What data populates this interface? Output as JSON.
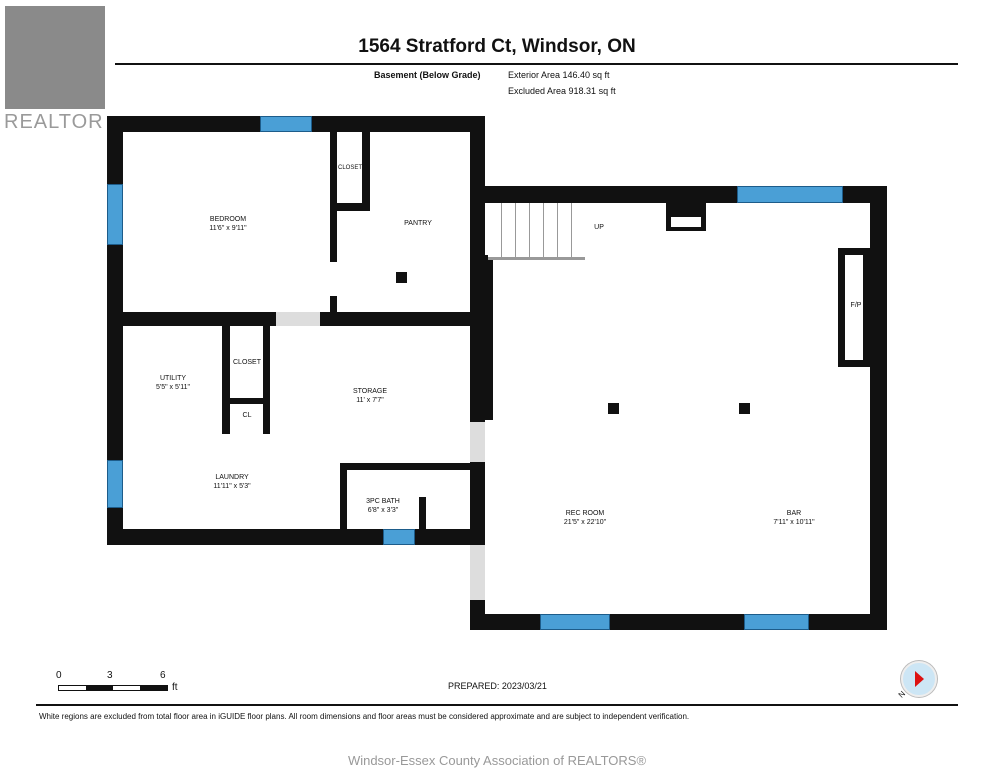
{
  "header": {
    "title": "1564 Stratford Ct, Windsor, ON",
    "level": "Basement (Below Grade)",
    "exterior_area": "Exterior Area 146.40 sq ft",
    "excluded_area": "Excluded Area 918.31 sq ft"
  },
  "logo": "REALTOR",
  "rooms": [
    {
      "name": "BEDROOM",
      "dims": "11'6\" x 9'11\""
    },
    {
      "name": "PANTRY",
      "dims": ""
    },
    {
      "name": "CLOSET",
      "dims": ""
    },
    {
      "name": "UTILITY",
      "dims": "5'5\" x 5'11\""
    },
    {
      "name": "CLOSET",
      "dims": ""
    },
    {
      "name": "CL",
      "dims": ""
    },
    {
      "name": "STORAGE",
      "dims": "11' x 7'7\""
    },
    {
      "name": "LAUNDRY",
      "dims": "11'11\" x 5'3\""
    },
    {
      "name": "3PC BATH",
      "dims": "6'8\" x 3'3\""
    },
    {
      "name": "REC ROOM",
      "dims": "21'5\" x 22'10\""
    },
    {
      "name": "BAR",
      "dims": "7'11\" x 10'11\""
    },
    {
      "name": "F/P",
      "dims": ""
    },
    {
      "name": "UP",
      "dims": ""
    }
  ],
  "scale": {
    "ticks": [
      "0",
      "3",
      "6"
    ],
    "unit": "ft"
  },
  "prepared": "PREPARED: 2023/03/21",
  "compass_label": "N",
  "disclaimer": "White regions are excluded from total floor area in iGUIDE floor plans. All room dimensions and floor areas must be considered approximate and are subject to independent verification.",
  "footer": "Windsor-Essex County Association of REALTORS®"
}
